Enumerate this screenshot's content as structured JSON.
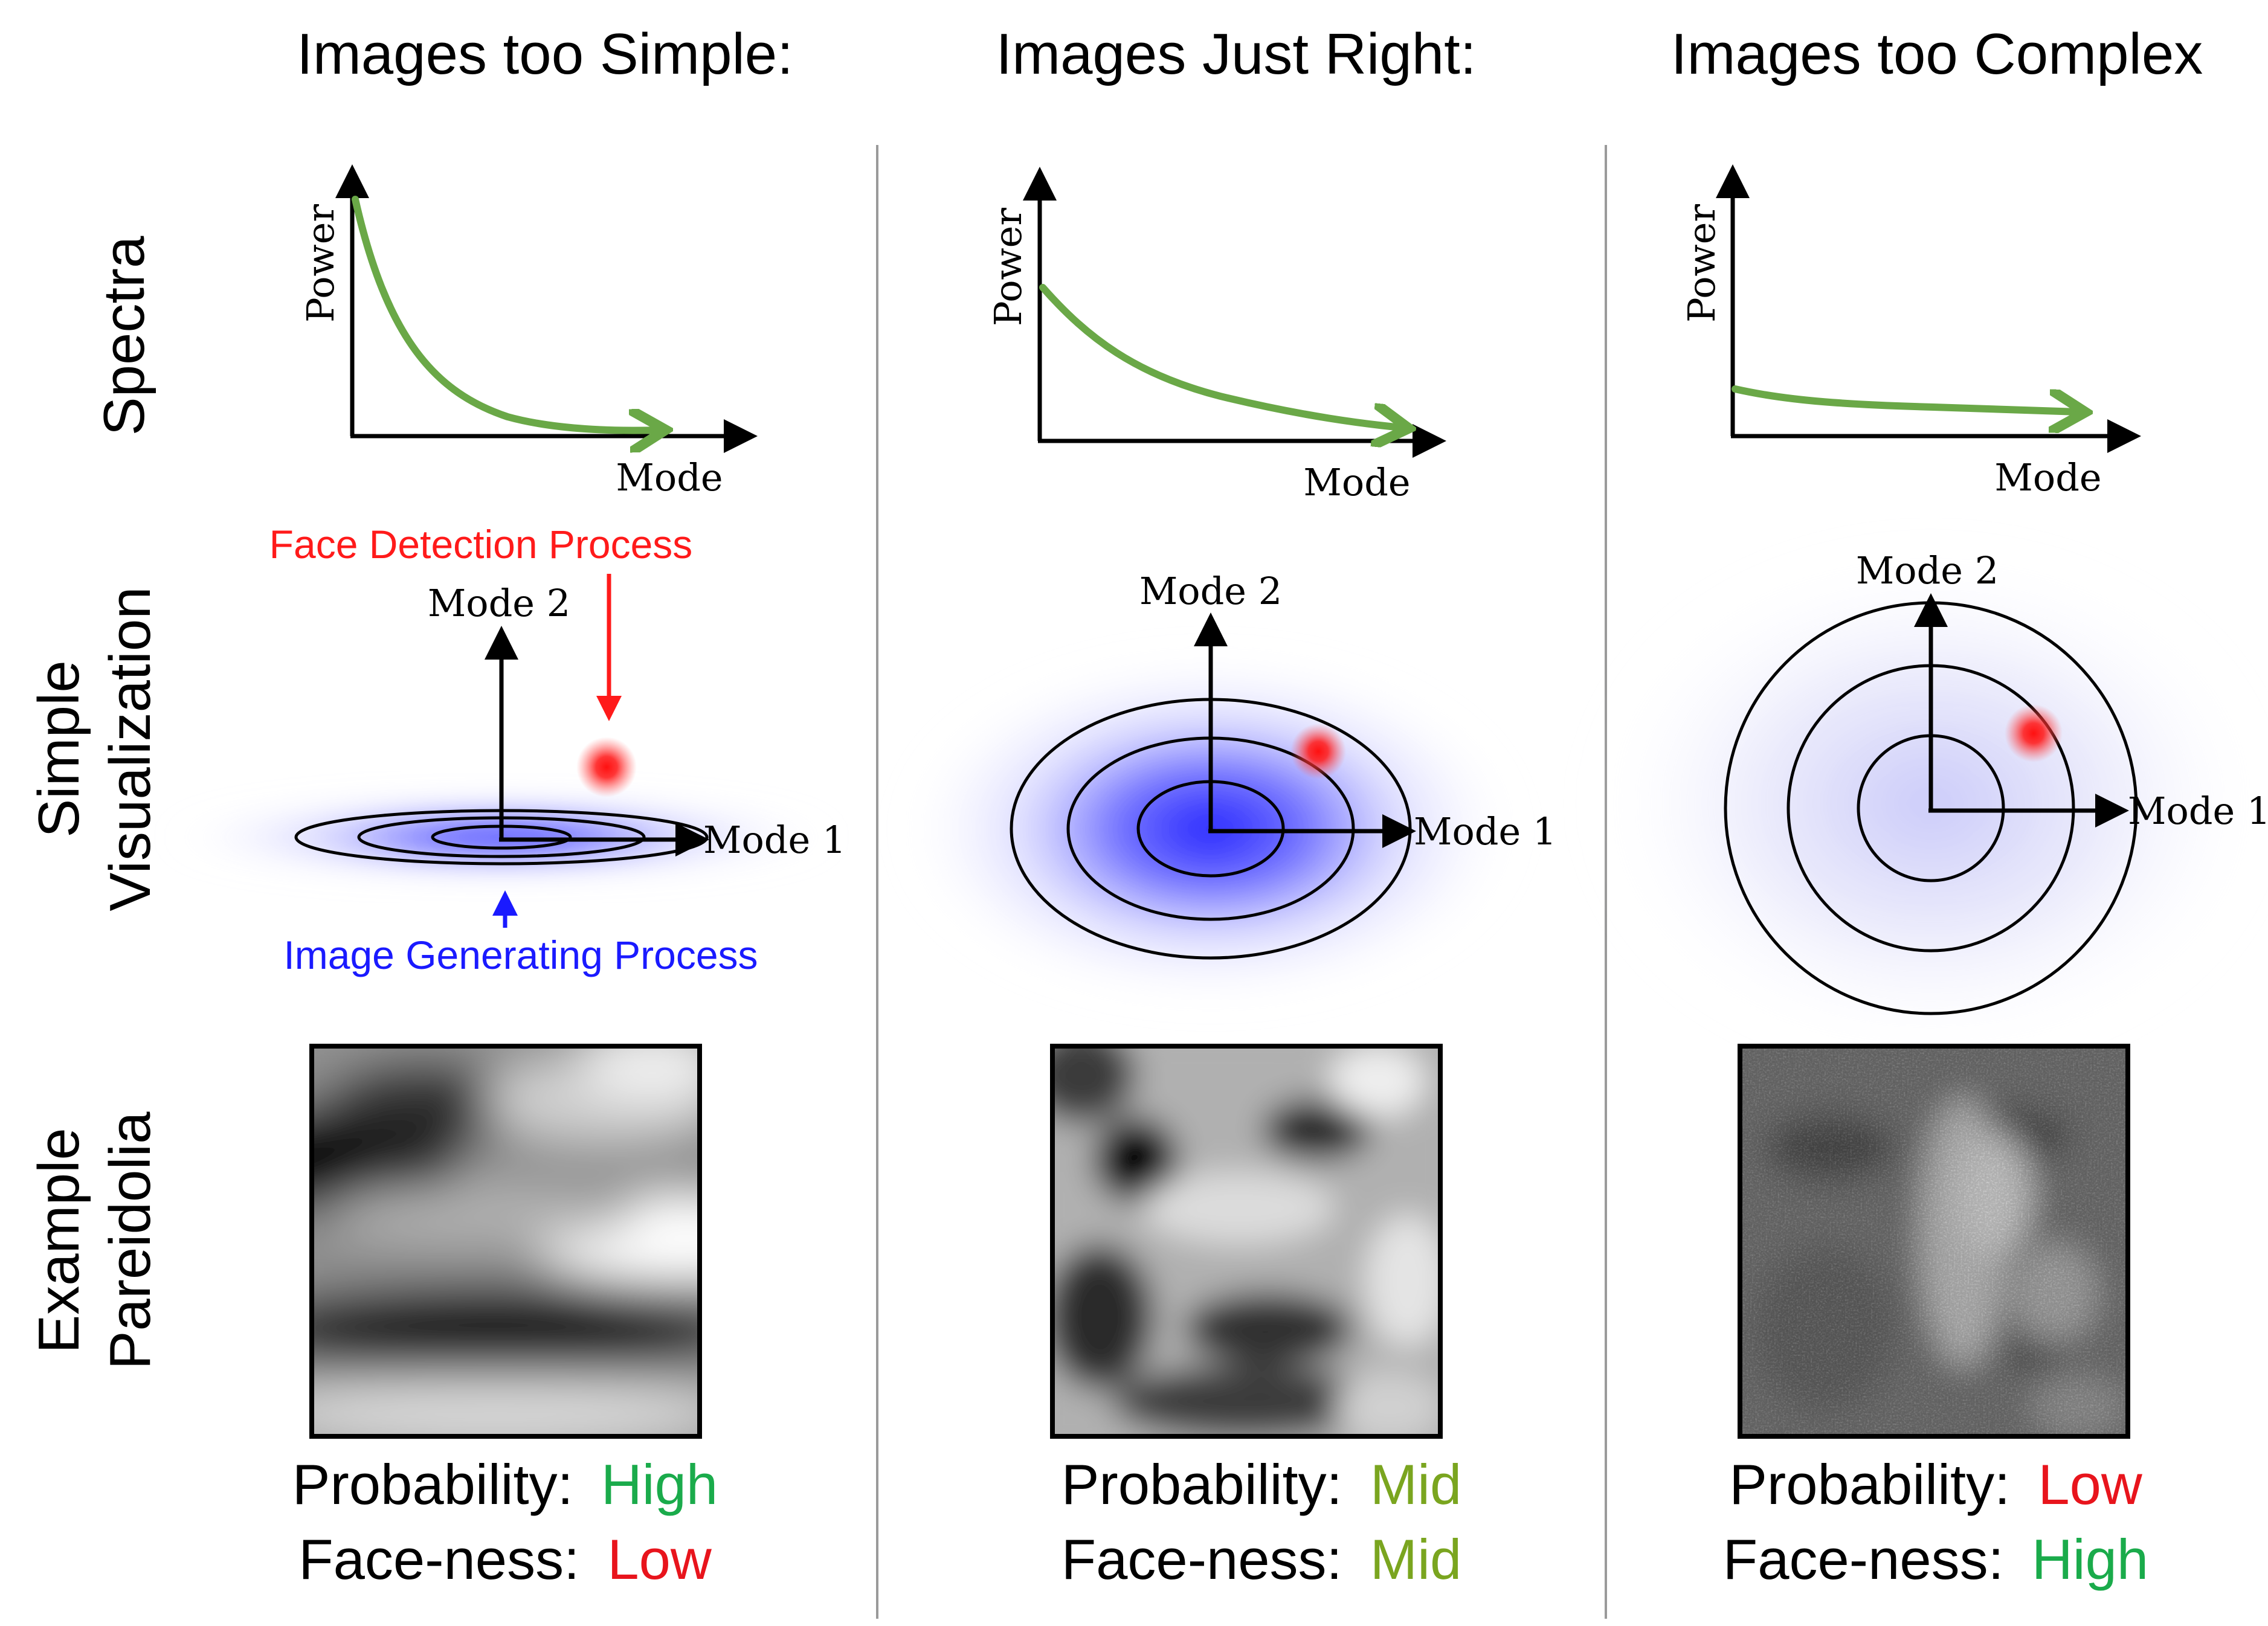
{
  "columns": [
    {
      "id": "simple",
      "title": "Images too Simple:",
      "spectrum": {
        "ylabel": "Power",
        "xlabel": "Mode"
      },
      "visualization": {
        "mode1_label": "Mode 1",
        "mode2_label": "Mode 2",
        "face_detection_label": "Face Detection Process",
        "image_generating_label": "Image Generating Process"
      },
      "probability": {
        "label": "Probability:",
        "value": "High",
        "color": "#1aab4b"
      },
      "faceness": {
        "label": "Face-ness:",
        "value": "Low",
        "color": "#e8141c"
      }
    },
    {
      "id": "just-right",
      "title": "Images Just Right:",
      "spectrum": {
        "ylabel": "Power",
        "xlabel": "Mode"
      },
      "visualization": {
        "mode1_label": "Mode 1",
        "mode2_label": "Mode 2"
      },
      "probability": {
        "label": "Probability:",
        "value": "Mid",
        "color": "#7aa51f"
      },
      "faceness": {
        "label": "Face-ness:",
        "value": "Mid",
        "color": "#7aa51f"
      }
    },
    {
      "id": "complex",
      "title": "Images too Complex",
      "spectrum": {
        "ylabel": "Power",
        "xlabel": "Mode"
      },
      "visualization": {
        "mode1_label": "Mode 1",
        "mode2_label": "Mode 2"
      },
      "probability": {
        "label": "Probability:",
        "value": "Low",
        "color": "#e8141c"
      },
      "faceness": {
        "label": "Face-ness:",
        "value": "High",
        "color": "#1aab4b"
      }
    }
  ],
  "row_labels": {
    "spectra": "Spectra",
    "visualization": [
      "Simple",
      "Visualization"
    ],
    "pareidolia": [
      "Example",
      "Pareidolia"
    ]
  },
  "colors": {
    "curve": "#6aa847",
    "face_detection": "#ff1a1a",
    "image_generating": "#1a1aff",
    "gaussian": "#2828ff"
  }
}
